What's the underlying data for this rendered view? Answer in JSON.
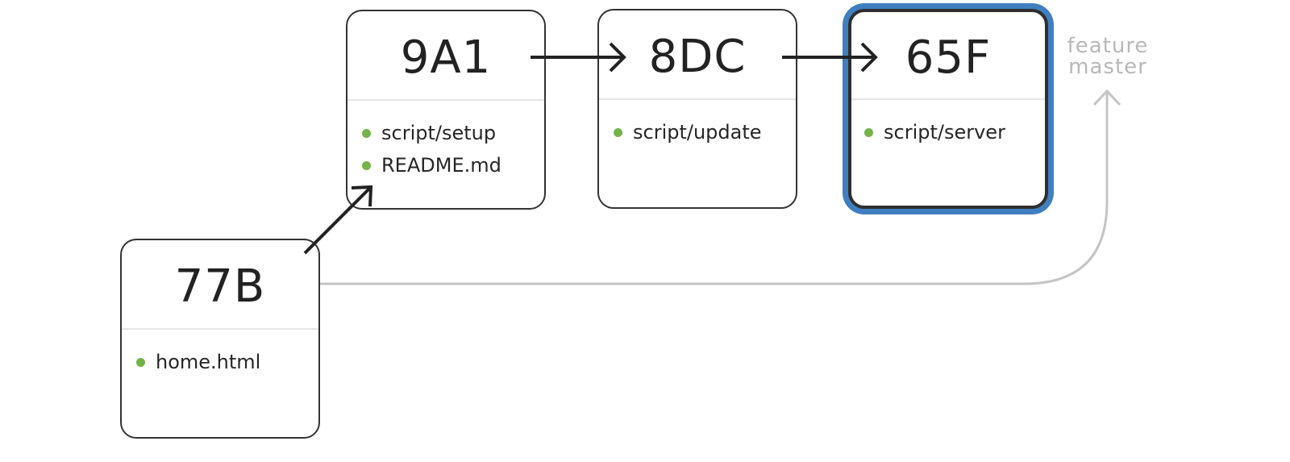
{
  "commits": [
    {
      "hash": "77B",
      "files": [
        "home.html"
      ],
      "selected": false
    },
    {
      "hash": "9A1",
      "files": [
        "script/setup",
        "README.md"
      ],
      "selected": false
    },
    {
      "hash": "8DC",
      "files": [
        "script/update"
      ],
      "selected": false
    },
    {
      "hash": "65F",
      "files": [
        "script/server"
      ],
      "selected": true
    }
  ],
  "branches": [
    "feature",
    "master"
  ],
  "colors": {
    "file_dot": "#72b449",
    "selected_outline": "#3f7fbf",
    "branch_label": "#b8b8b8",
    "arrow": "#222222",
    "branch_pointer": "#c4c4c4"
  }
}
